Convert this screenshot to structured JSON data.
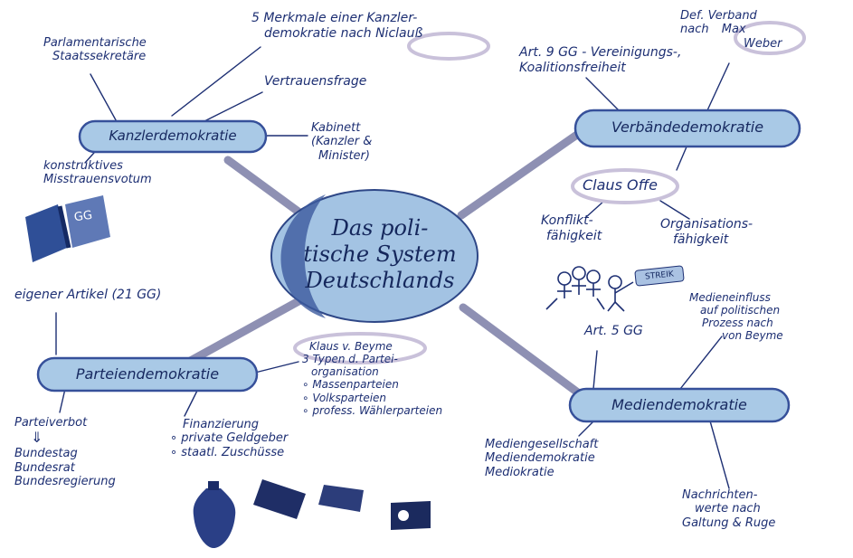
{
  "center": {
    "lines": [
      "Das poli-",
      "tische System",
      "Deutschlands"
    ]
  },
  "branches": {
    "kanzler": {
      "title": "Kanzlerdemokratie",
      "notes": {
        "parl_line1": "Parlamentarische",
        "parl_line2": "Staatssekretäre",
        "merkmale_line1": "5 Merkmale einer Kanzler-",
        "merkmale_line2": "demokratie nach",
        "niclauss": "Niclauß",
        "vertrauen": "Vertrauensfrage",
        "kabinett_line1": "Kabinett",
        "kabinett_line2": "(Kanzler &",
        "kabinett_line3": "Minister)",
        "konstr_line1": "konstruktives",
        "konstr_line2": "Misstrauensvotum",
        "gg_book": "GG"
      }
    },
    "verbaende": {
      "title": "Verbändedemokratie",
      "notes": {
        "art9_line1": "Art. 9 GG - Vereinigungs-,",
        "art9_line2": "Koalitionsfreiheit",
        "weber_line1": "Def. Verband",
        "weber_line2": "nach",
        "max": "Max",
        "weber": "Weber",
        "offe": "Claus Offe",
        "konflikt_line1": "Konflikt-",
        "konflikt_line2": "fähigkeit",
        "org_line1": "Organisations-",
        "org_line2": "fähigkeit",
        "strike": "STREIK"
      }
    },
    "parteien": {
      "title": "Parteiendemokratie",
      "notes": {
        "artikel": "eigener Artikel (21 GG)",
        "beyme": "Klaus v. Beyme",
        "typen_line1": "3 Typen d. Partei-",
        "typen_line2": "organisation",
        "typ1": "Massenparteien",
        "typ2": "Volksparteien",
        "typ3": "profess. Wählerparteien",
        "verbot": "Parteiverbot",
        "arrow": "⇓",
        "organ1": "Bundestag",
        "organ2": "Bundesrat",
        "organ3": "Bundesregierung",
        "fin_title": "Finanzierung",
        "fin1": "private Geldgeber",
        "fin2": "staatl. Zuschüsse"
      }
    },
    "medien": {
      "title": "Mediendemokratie",
      "notes": {
        "art5": "Art. 5 GG",
        "einfluss_line1": "Medieneinfluss",
        "einfluss_line2": "auf politischen",
        "einfluss_line3": "Prozess nach",
        "einfluss_line4": "von Beyme",
        "begriff1": "Mediengesellschaft",
        "begriff2": "Mediendemokratie",
        "begriff3": "Mediokratie",
        "nachr_line1": "Nachrichten-",
        "nachr_line2": "werte nach",
        "nachr_line3": "Galtung & Ruge"
      }
    }
  },
  "colors": {
    "ink": "#1d2f73",
    "pill_fill": "#a9c9e6",
    "pill_stroke": "#36509a",
    "center_fill": "#a3c3e3",
    "center_shadow": "#3c5a9e",
    "spoke": "#8e90b3",
    "highlight": "#c9c1da"
  }
}
